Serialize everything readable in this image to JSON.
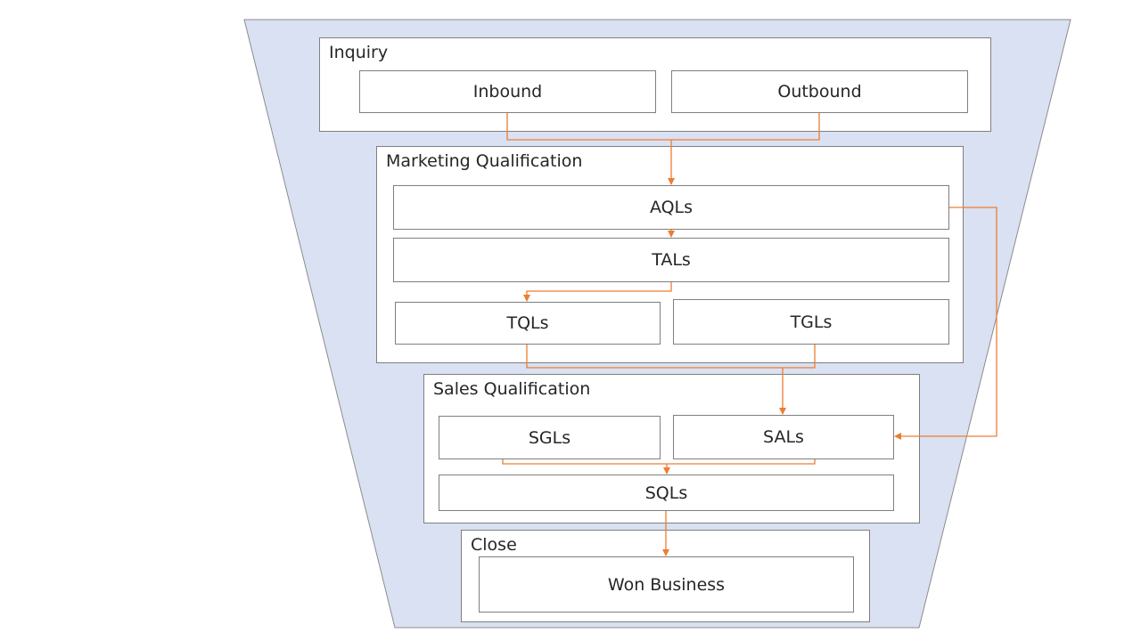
{
  "colors": {
    "funnel_fill": "#d9e1f2",
    "box_border": "#7f7f7f",
    "connector": "#ed7d31"
  },
  "stages": {
    "inquiry": {
      "label": "Inquiry",
      "nodes": {
        "inbound": "Inbound",
        "outbound": "Outbound"
      }
    },
    "marketing": {
      "label": "Marketing Qualification",
      "nodes": {
        "aqls": "AQLs",
        "tals": "TALs",
        "tqls": "TQLs",
        "tgls": "TGLs"
      }
    },
    "sales": {
      "label": "Sales Qualification",
      "nodes": {
        "sgls": "SGLs",
        "sals": "SALs",
        "sqls": "SQLs"
      }
    },
    "close": {
      "label": "Close",
      "nodes": {
        "won": "Won Business"
      }
    }
  },
  "connections": [
    {
      "from": "Inbound",
      "to": "AQLs"
    },
    {
      "from": "Outbound",
      "to": "AQLs"
    },
    {
      "from": "AQLs",
      "to": "TALs"
    },
    {
      "from": "TALs",
      "to": "TQLs"
    },
    {
      "from": "TQLs",
      "to": "SALs"
    },
    {
      "from": "TGLs",
      "to": "SALs"
    },
    {
      "from": "AQLs",
      "to": "SALs"
    },
    {
      "from": "SGLs",
      "to": "SQLs"
    },
    {
      "from": "SALs",
      "to": "SQLs"
    },
    {
      "from": "SQLs",
      "to": "Won Business"
    }
  ]
}
